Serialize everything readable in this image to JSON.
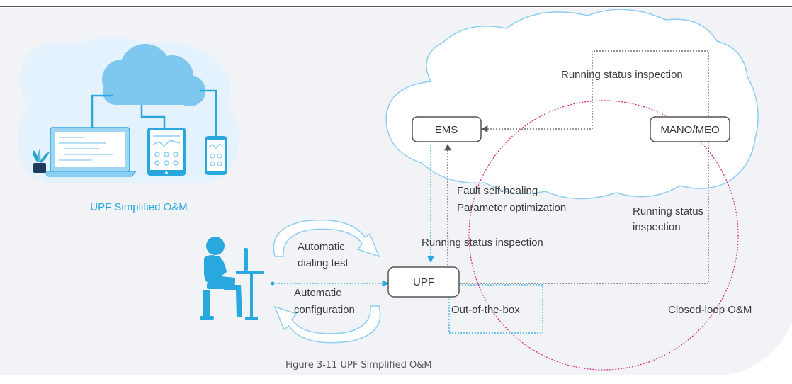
{
  "colors": {
    "accent_blue": "#29a8e0",
    "light_blue": "#8ecdf2",
    "pale_blue": "#e6f4fd",
    "magenta": "#d6207a",
    "dotted_gray": "#555555",
    "panel_bg": "#f1f3f6"
  },
  "illustration": {
    "title": "UPF Simplified O&M",
    "icons": [
      "cloud-icon",
      "laptop-icon",
      "tablet-icon",
      "phone-icon",
      "plant-icon",
      "person-at-desk-icon"
    ]
  },
  "nodes": {
    "ems": "EMS",
    "mano": "MANO/MEO",
    "upf": "UPF"
  },
  "labels": {
    "running_status_top": "Running status inspection",
    "fault_self_healing": "Fault self-healing",
    "parameter_optimization": "Parameter optimization",
    "running_status_right_line1": "Running status",
    "running_status_right_line2": "inspection",
    "running_status_middle": "Running status inspection",
    "automatic_dialing_line1": "Automatic",
    "automatic_dialing_line2": "dialing test",
    "automatic_config_line1": "Automatic",
    "automatic_config_line2": "configuration",
    "out_of_the_box": "Out-of-the-box",
    "closed_loop": "Closed-loop O&M"
  },
  "caption": "Figure 3-11 UPF Simplified O&M"
}
